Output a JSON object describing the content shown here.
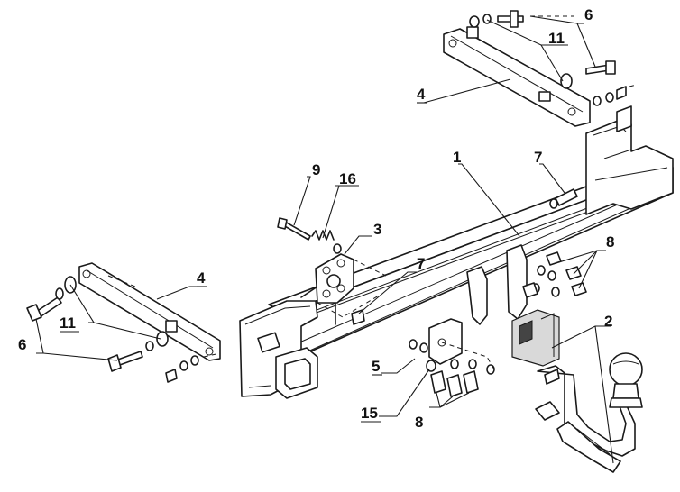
{
  "diagram": {
    "callouts": {
      "c1": "1",
      "c2": "2",
      "c3": "3",
      "c4_top": "4",
      "c4_left": "4",
      "c5": "5",
      "c6_top": "6",
      "c6_left": "6",
      "c7_top": "7",
      "c7_mid": "7",
      "c8_right": "8",
      "c8_bottom": "8",
      "c9": "9",
      "c11_top": "11",
      "c11_left": "11",
      "c15": "15",
      "c16": "16"
    }
  }
}
